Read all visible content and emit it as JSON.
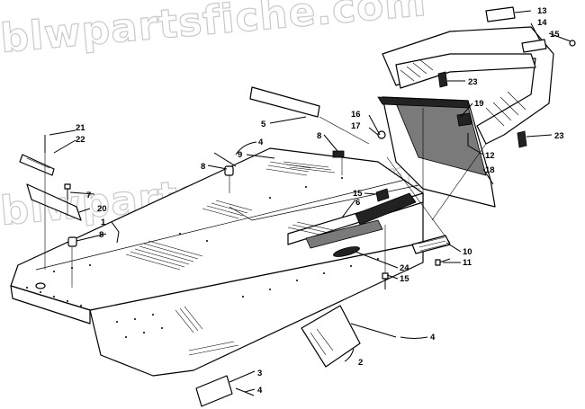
{
  "watermark": "blwpartsfiche.com",
  "callouts": [
    {
      "id": "c1",
      "label": "1"
    },
    {
      "id": "c2",
      "label": "2"
    },
    {
      "id": "c3",
      "label": "3"
    },
    {
      "id": "c4a",
      "label": "4"
    },
    {
      "id": "c4b",
      "label": "4"
    },
    {
      "id": "c4c",
      "label": "4"
    },
    {
      "id": "c5",
      "label": "5"
    },
    {
      "id": "c6",
      "label": "6"
    },
    {
      "id": "c7",
      "label": "7"
    },
    {
      "id": "c8a",
      "label": "8"
    },
    {
      "id": "c8b",
      "label": "8"
    },
    {
      "id": "c8c",
      "label": "8"
    },
    {
      "id": "c9",
      "label": "9"
    },
    {
      "id": "c10",
      "label": "10"
    },
    {
      "id": "c11",
      "label": "11"
    },
    {
      "id": "c12",
      "label": "12"
    },
    {
      "id": "c13",
      "label": "13"
    },
    {
      "id": "c14",
      "label": "14"
    },
    {
      "id": "c15a",
      "label": "15"
    },
    {
      "id": "c15b",
      "label": "15"
    },
    {
      "id": "c15c",
      "label": "15"
    },
    {
      "id": "c16",
      "label": "16"
    },
    {
      "id": "c17",
      "label": "17"
    },
    {
      "id": "c18",
      "label": "18"
    },
    {
      "id": "c19",
      "label": "19"
    },
    {
      "id": "c20",
      "label": "20"
    },
    {
      "id": "c21",
      "label": "21"
    },
    {
      "id": "c22",
      "label": "22"
    },
    {
      "id": "c23a",
      "label": "23"
    },
    {
      "id": "c23b",
      "label": "23"
    },
    {
      "id": "c24",
      "label": "24"
    }
  ]
}
